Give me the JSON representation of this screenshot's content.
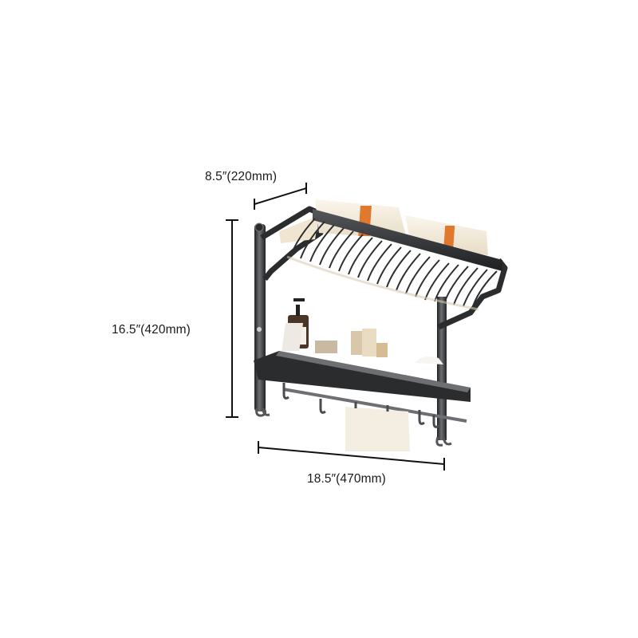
{
  "product": {
    "name": "Wall-mounted two-tier bathroom towel rack with hooks",
    "colors": {
      "frame": "#2b2c2e",
      "frame_highlight": "#8a8c90",
      "towel": "#f3ead8",
      "towel_band": "#e0782e",
      "tissue_box": "#e8d2a8",
      "dimension_line": "#111111"
    }
  },
  "dimensions": {
    "depth": {
      "label": "8.5″(220mm)"
    },
    "height": {
      "label": "16.5″(420mm)"
    },
    "width": {
      "label": "18.5″(470mm)"
    }
  }
}
